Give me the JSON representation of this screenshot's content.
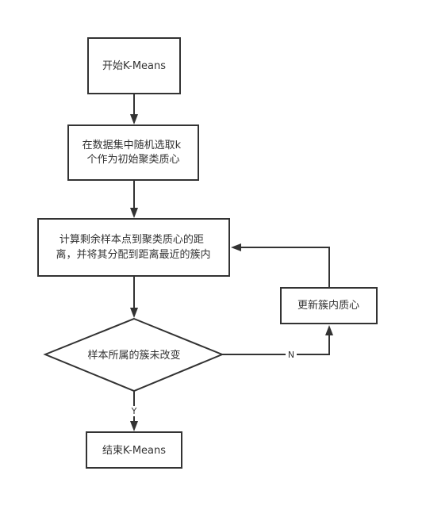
{
  "nodes": {
    "start": {
      "lines": [
        "开始K-Means"
      ]
    },
    "init": {
      "lines": [
        "在数据集中随机选取k",
        "个作为初始聚类质心"
      ]
    },
    "assign": {
      "lines": [
        "计算剩余样本点到聚类质心的距",
        "离，并将其分配到距离最近的簇内"
      ]
    },
    "check": {
      "lines": [
        "样本所属的簇未改变"
      ]
    },
    "update": {
      "lines": [
        "更新簇内质心"
      ]
    },
    "end": {
      "lines": [
        "结束K-Means"
      ]
    }
  },
  "edges": {
    "no_label": "N",
    "yes_label": "Y"
  }
}
